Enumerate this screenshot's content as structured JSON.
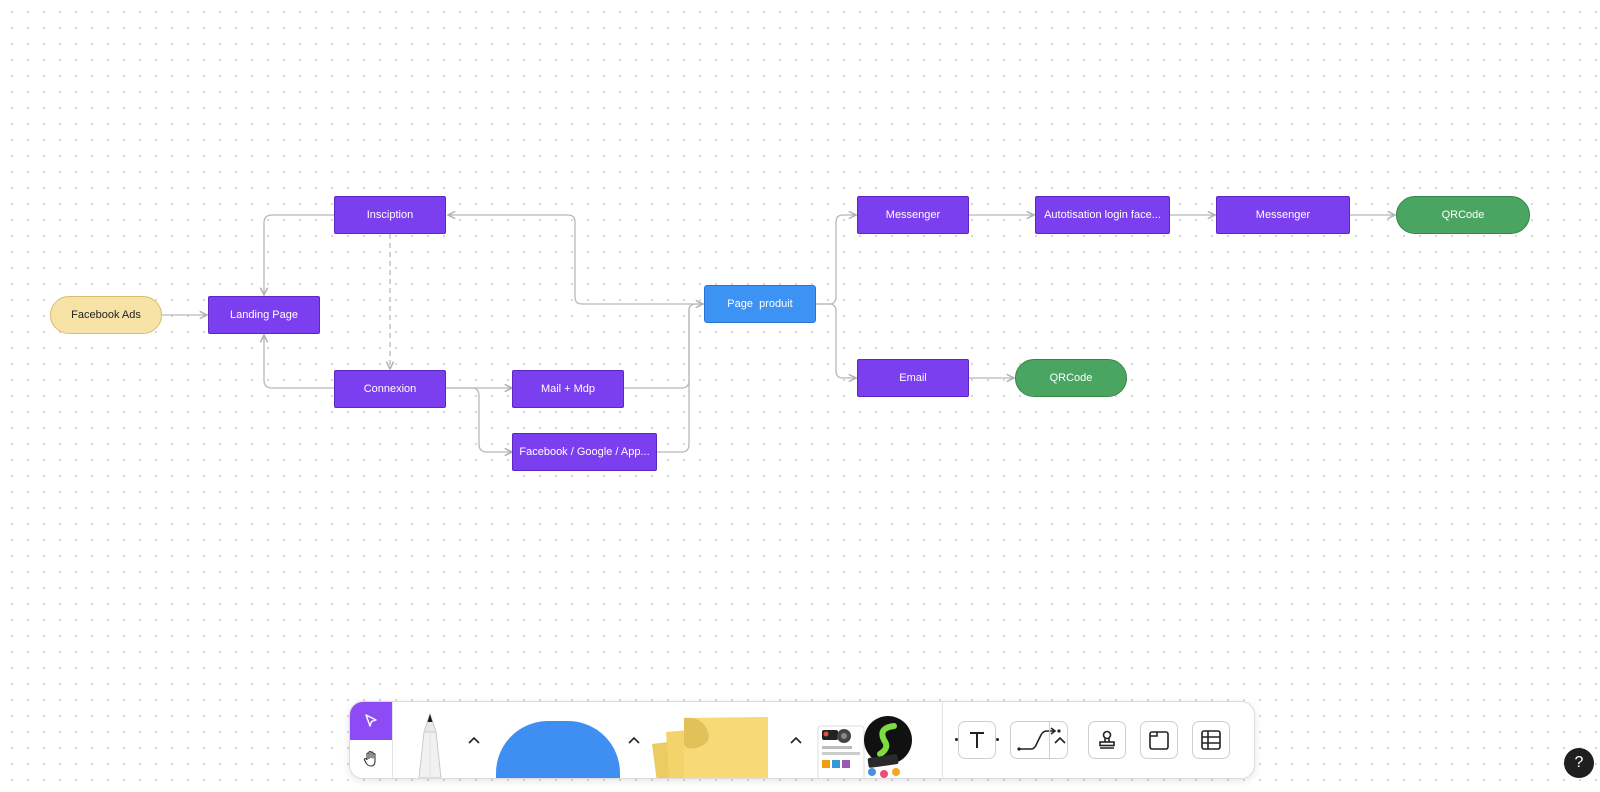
{
  "diagram": {
    "nodes": {
      "facebook_ads": "Facebook Ads",
      "landing_page": "Landing Page",
      "insciption": "Insciption",
      "connexion": "Connexion",
      "mail_mdp": "Mail + Mdp",
      "facebook_google_app": "Facebook / Google / App...",
      "page_produit": "Page  produit",
      "messenger_1": "Messenger",
      "autotisation_login": "Autotisation login face...",
      "messenger_2": "Messenger",
      "qrcode_1": "QRCode",
      "email": "Email",
      "qrcode_2": "QRCode"
    },
    "colors": {
      "process": "#7b3ff0",
      "start": "#f6e3a5",
      "highlight": "#3d93f4",
      "end": "#4aa563",
      "connector": "#b8b8b8"
    }
  },
  "toolbar": {
    "tools": [
      "select-tool",
      "hand-tool",
      "pen-tool",
      "shape-tool",
      "sticky-note-tool",
      "media-tool",
      "text-tool",
      "connector-tool",
      "stamp-tool",
      "frame-tool",
      "table-tool"
    ],
    "accent": "#8d4bf6",
    "shape_color": "#3f8ef2",
    "sticky_color": "#f7d977"
  },
  "help": {
    "label": "?"
  }
}
